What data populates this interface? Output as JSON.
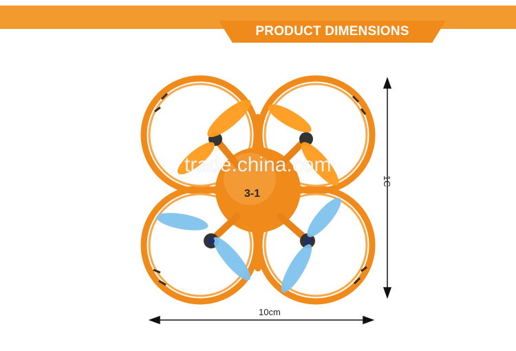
{
  "banner": {
    "title": "PRODUCT DIMENSIONS"
  },
  "watermark": {
    "text": "trade.china.com"
  },
  "dimensions": {
    "width_label": "10cm",
    "height_label": "1C"
  },
  "product": {
    "logo_text": "3-1"
  },
  "colors": {
    "banner_bar": "#f39a2f",
    "banner_tab": "#f08a1a",
    "frame": "#f08a1a",
    "propeller_orange": "#ff9d1e",
    "propeller_blue": "#7fc2ee"
  }
}
